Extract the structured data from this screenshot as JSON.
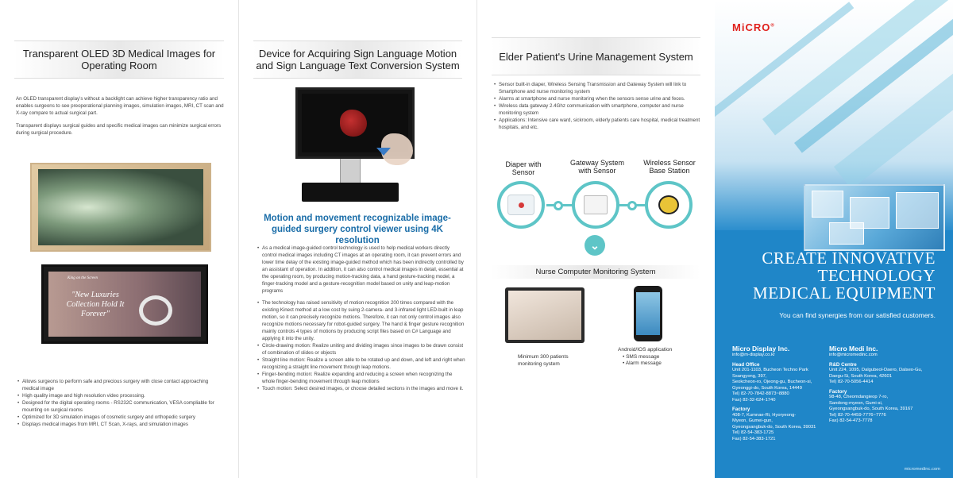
{
  "panel1": {
    "title": "Transparent OLED 3D Medical Images for Operating Room",
    "paragraphs": [
      "An OLED transparent display's without a backlight can achieve higher transparency ratio and enables surgeons to see preoperational planning images, simulation images, MRI, CT scan and X-ray compare to actual surgical part.",
      "Transparent displays surgical guides and specific medical images can minimize surgical errors during surgical procedure."
    ],
    "jewel_script": "King on the Screen",
    "jewel_text": "\"New Luxuries Collection Hold It Forever\"",
    "bullets": [
      "Allows surgeons to perform safe and precious surgery with close contact approaching medical image",
      "High quality image and high resolution video processing.",
      "Designed for the digital operating rooms - RS232C communication, VESA compliable for mounting on surgical rooms",
      "Optimized for 3D simulation images of cosmetic surgery and orthopedic surgery",
      "Displays medical images from MRI, CT Scan, X-rays, and simulation images"
    ]
  },
  "panel2": {
    "title": "Device for Acquiring Sign Language Motion and Sign Language Text Conversion System",
    "heading": "Motion and movement recognizable image-guided surgery control viewer using 4K resolution",
    "bullets": [
      "As a medical image-guided control technology is used to help medical workers directly control medical images including CT images at an operating room, it can prevent errors and lower time delay of the existing image-guided method which has been indirectly controlled by an assistant of operation. In addition, it can also control medical images in detail, essential at the operating room, by producing motion-tracking data, a hand gesture-tracking model, a finger-tracking model and a gesture-recognition model based on unity and leap-motion programs",
      "The technology has raised sensitivity of motion recognition 200 times compared with the existing Kinect method at a low cost by suing 2-camera- and 3-infrared light LED-built in leap motion, so it can precisely recognize motions. Therefore, it can not only control images also recognize motions necessary for robot-guided surgery. The hand & finger gesture recognition mainly controls 4 types of motions by producing script files based on C# Language and applying it into the unity.",
      "Circle-drawing motion: Realize uniting and dividing images since images to be drawn consist of combination of slides or objects",
      "Straight line motion: Realize a screen able to be rotated up and down, and left and right when recognizing a straight line movement through leap motions.",
      "Finger-bending motion: Realize expanding and reducing a screen when recognizing the whole finger-bending movement through leap motions",
      "Touch motion: Select desired images, or choose detailed sections in the images and move it."
    ]
  },
  "panel3": {
    "title": "Elder Patient's Urine Management System",
    "bullets": [
      "Sensor built-in diaper, Wireless Sensing Transmission and Gateway System will link to Smartphone and nurse monitoring system",
      "Alarms at smartphone and nurse monitoring when the sensors sense urine and feces.",
      "Wireless data gateway 2.4Ghz communication with smartphone, computer and nurse monitoring system",
      "Applications: Intensive care ward, sickroom, elderly patients care hospital, medical treatment hospitals, and etc."
    ],
    "diagram": {
      "label_diaper": "Diaper with Sensor",
      "label_gateway": "Gateway System with Sensor",
      "label_wireless": "Wireless Sensor Base Station",
      "nurse_title": "Nurse Computer Monitoring System",
      "pc_caption": "Minimum 300 patients monitoring system",
      "phone_caption_title": "Android/IOS application",
      "phone_caption_items": [
        "SMS message",
        "Alarm message"
      ]
    }
  },
  "panel4": {
    "logo": "MiCRO",
    "logo_mark": "®",
    "headline_lines": [
      "Create Innovative",
      "Technology",
      "Medical Equipment"
    ],
    "tagline": "You can find synergies from our satisfied customers.",
    "company1": {
      "name": "Micro Display Inc.",
      "email": "info@m-display.co.kr",
      "head_office_label": "Head Office",
      "head_office": [
        "Unit 201-1103, Bucheon Techno Park",
        "Ssangyong, 397,",
        "Seokcheon-ro, Ojeong-gu, Bucheon-si,",
        "Gyeonggi-do, South Korea, 14449",
        "Tel) 82-70-7842-8873~8880",
        "Fax) 82-32-624-1740"
      ],
      "factory_label": "Factory",
      "factory": [
        "408-7, Kumnae-Ri, Hyoryeong-",
        "Myeon, Gumei-gun,",
        "Gyeongsangbuk-do, South Korea, 39031",
        "Tel) 82-54-383-1725",
        "Fax) 82-54-383-1721"
      ]
    },
    "company2": {
      "name": "Micro Medi Inc.",
      "email": "info@micromedinc.com",
      "rd_label": "R&D Centre",
      "rd": [
        "Unit 224, 1095, Dalgubeol-Daero, Dalseo-Gu,",
        "Daegu-Si, South Korea, 42601",
        "Tel) 82-70-5056-4414"
      ],
      "factory_label": "Factory",
      "factory": [
        "98-48, Cheomdangieop 7-ro,",
        "Sandong-myeon, Gumi-si,",
        "Gyeongsangbuk-do, South Korea, 39167",
        "Tel) 82-70-4459-7776~7776",
        "Fax) 82-54-473-7778"
      ]
    },
    "website": "micromedinc.com"
  },
  "colors": {
    "accent_teal": "#5ec5c7",
    "heading_blue": "#1a6da8",
    "cover_blue": "#1f86c8",
    "logo_red": "#e0201c"
  }
}
